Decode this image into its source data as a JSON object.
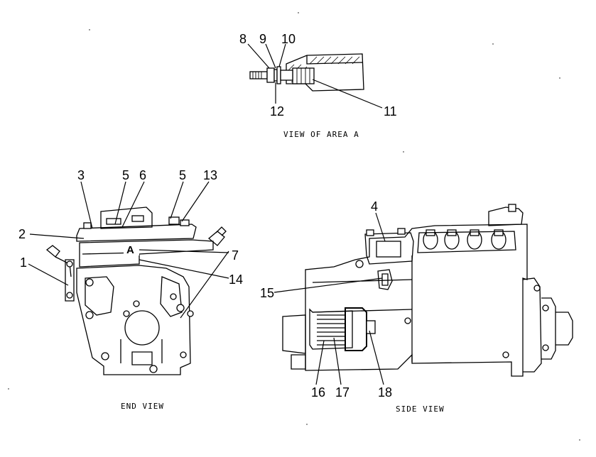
{
  "captions": {
    "view_area_a": "VIEW OF AREA A",
    "end_view": "END VIEW",
    "side_view": "SIDE VIEW"
  },
  "area_marker": "A",
  "callouts": {
    "c1": "1",
    "c2": "2",
    "c3": "3",
    "c4": "4",
    "c5a": "5",
    "c5b": "5",
    "c6": "6",
    "c7": "7",
    "c8": "8",
    "c9": "9",
    "c10": "10",
    "c11": "11",
    "c12": "12",
    "c13": "13",
    "c14": "14",
    "c15": "15",
    "c16": "16",
    "c17": "17",
    "c18": "18"
  }
}
